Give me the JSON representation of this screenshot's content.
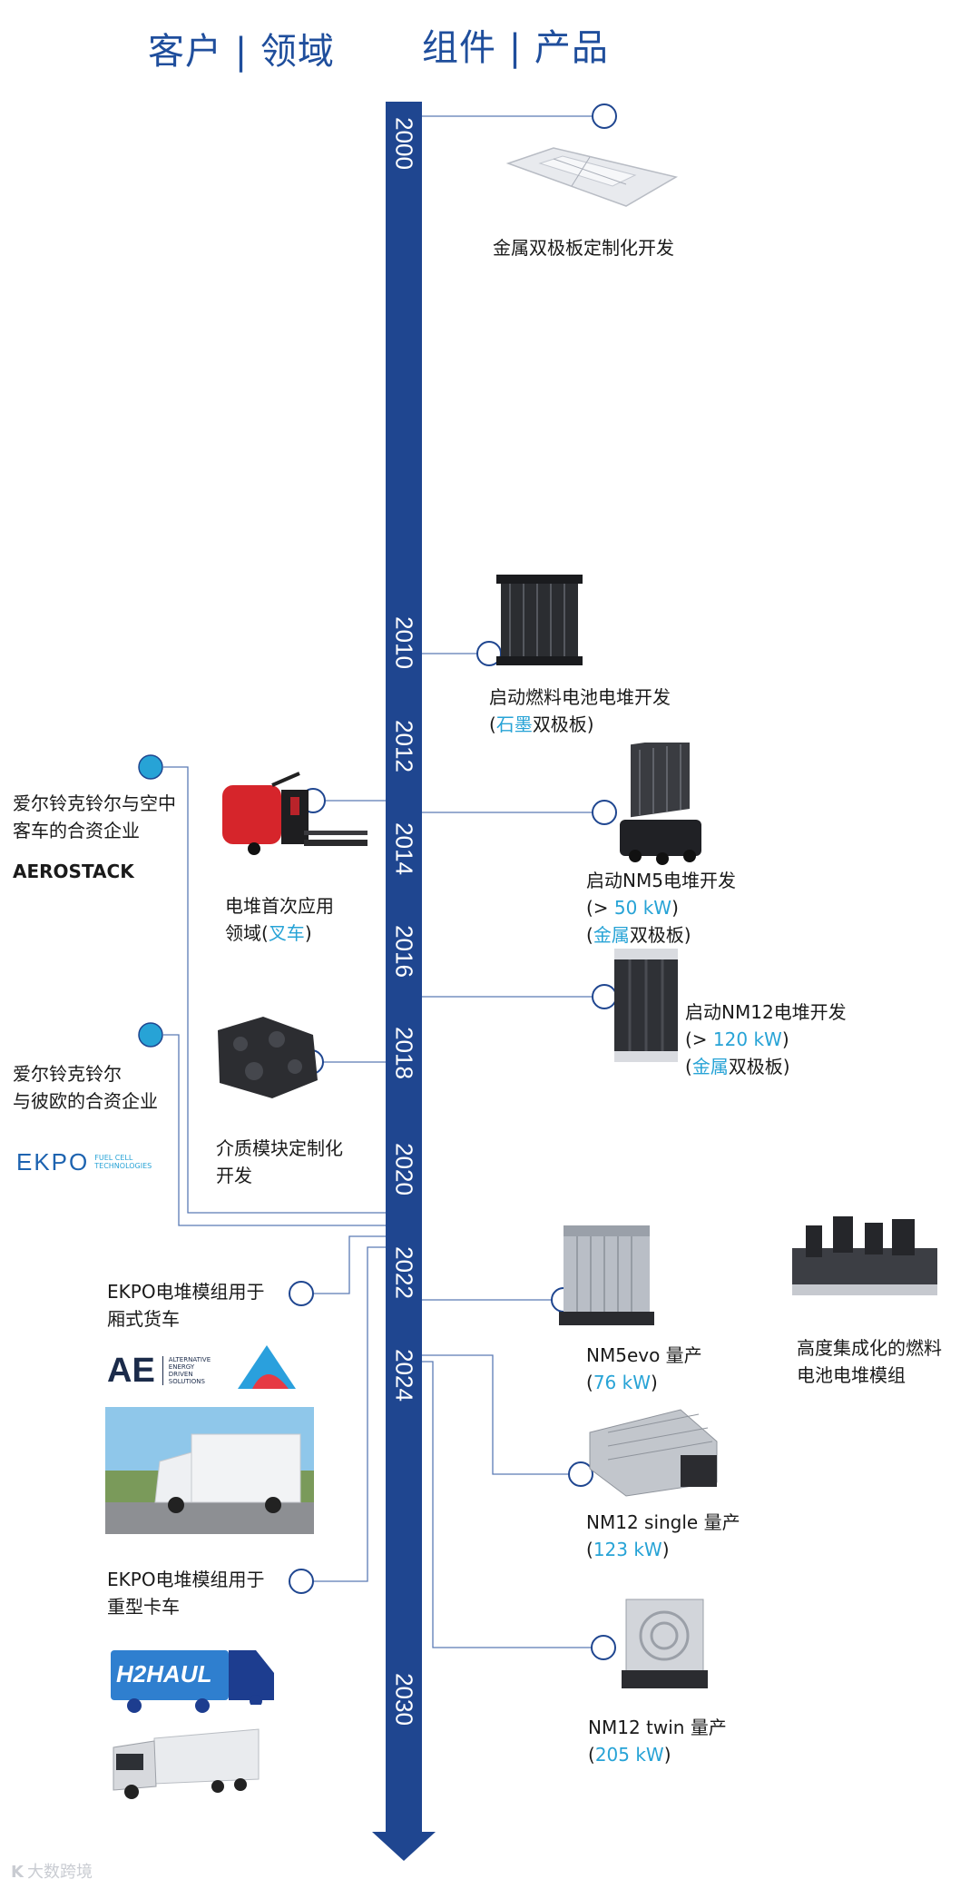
{
  "header": {
    "left": "客户 | 领域",
    "right": "组件 | 产品"
  },
  "years": [
    "2000",
    "2010",
    "2012",
    "2014",
    "2016",
    "2018",
    "2020",
    "2022",
    "2024",
    "2030"
  ],
  "products": {
    "p2000": "金属双极板定制化开发",
    "p2010_l1": "启动燃料电池电堆开发",
    "p2010_l2_a": "(",
    "p2010_l2_b": "石墨",
    "p2010_l2_c": "双极板)",
    "nm5_l1": "启动NM5电堆开发",
    "nm5_l2_a": "(> ",
    "nm5_l2_b": "50 kW",
    "nm5_l2_c": ")",
    "nm5_l3_a": "(",
    "nm5_l3_b": "金属",
    "nm5_l3_c": "双极板)",
    "nm12_l1": "启动NM12电堆开发",
    "nm12_l2_a": "(> ",
    "nm12_l2_b": "120 kW",
    "nm12_l2_c": ")",
    "nm12_l3_a": "(",
    "nm12_l3_b": "金属",
    "nm12_l3_c": "双极板)",
    "nm5evo_l1": "NM5evo 量产",
    "nm5evo_l2_a": "(",
    "nm5evo_l2_b": "76 kW",
    "nm5evo_l2_c": ")",
    "module_l1": "高度集成化的燃料",
    "module_l2": "电池电堆模组",
    "single_l1": "NM12 single 量产",
    "single_l2_a": "(",
    "single_l2_b": "123 kW",
    "single_l2_c": ")",
    "twin_l1": "NM12 twin 量产",
    "twin_l2_a": "(",
    "twin_l2_b": "205 kW",
    "twin_l2_c": ")"
  },
  "mid": {
    "forklift_l1": "电堆首次应用",
    "forklift_l2_a": "领域(",
    "forklift_l2_b": "叉车",
    "forklift_l2_c": ")",
    "media_l1": "介质模块定制化",
    "media_l2": "开发"
  },
  "customers": {
    "aero_l1": "爱尔铃克铃尔与空中",
    "aero_l2": "客车的合资企业",
    "aero_name": "AEROSTACK",
    "ekpo_l1": "爱尔铃克铃尔",
    "ekpo_l2": "与彼欧的合资企业",
    "ekpo_logo": "EKPO",
    "ekpo_logo_sub1": "FUEL CELL",
    "ekpo_logo_sub2": "TECHNOLOGIES",
    "van_l1": "EKPO电堆模组用于",
    "van_l2": "厢式货车",
    "ae_logo": "AE",
    "ae_sub1": "ALTERNATIVE",
    "ae_sub2": "ENERGY",
    "ae_sub3": "DRIVEN",
    "ae_sub4": "SOLUTIONS",
    "truck_l1": "EKPO电堆模组用于",
    "truck_l2": "重型卡车",
    "h2haul_logo": "H2HAUL"
  },
  "watermark": "大数跨境",
  "colors": {
    "axis": "#1f4690",
    "accent": "#27a3d6",
    "line": "#5b7bb5",
    "dot_fill": "#27a3d6"
  }
}
